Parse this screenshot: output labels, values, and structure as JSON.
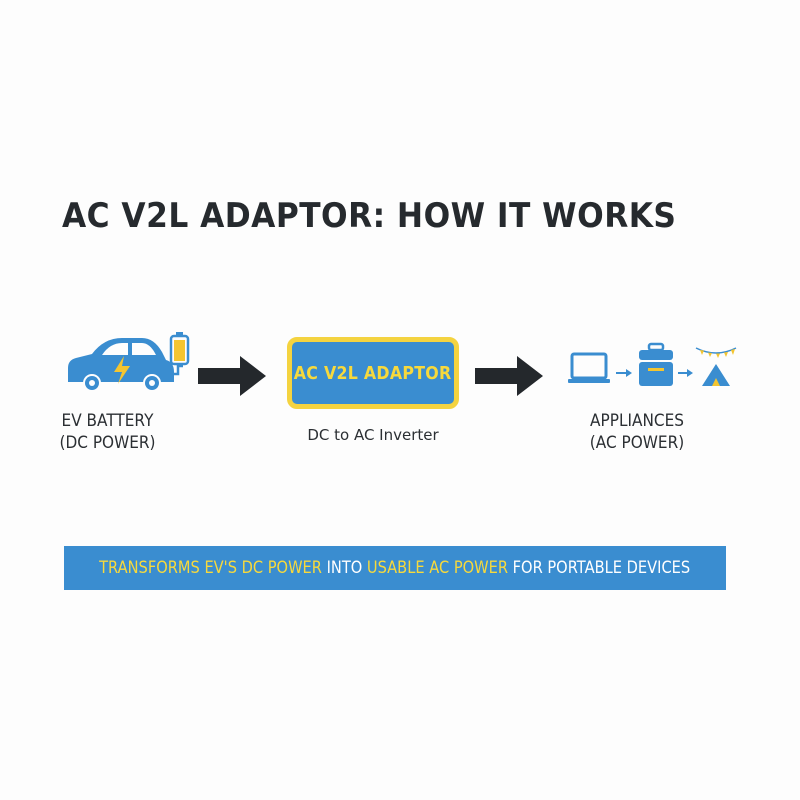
{
  "title": "AC V2L ADAPTOR: HOW IT WORKS",
  "nodes": {
    "source": {
      "label_line1": "EV BATTERY",
      "label_line2": "(DC POWER)",
      "icon": "ev-car-icon"
    },
    "adaptor": {
      "label": "AC V2L ADAPTOR",
      "caption": "DC to AC Inverter"
    },
    "load": {
      "label_line1": "APPLIANCES",
      "label_line2": "(AC POWER)",
      "icons": [
        "laptop-icon",
        "cooler-icon",
        "tent-icon"
      ]
    }
  },
  "banner": {
    "part1": "TRANSFORMS EV'S DC POWER",
    "part2": " INTO ",
    "part3": "USABLE AC POWER",
    "part4": " FOR PORTABLE DEVICES"
  },
  "colors": {
    "blue": "#3a8dd0",
    "yellow": "#f7d93c",
    "dark": "#262a2e"
  }
}
